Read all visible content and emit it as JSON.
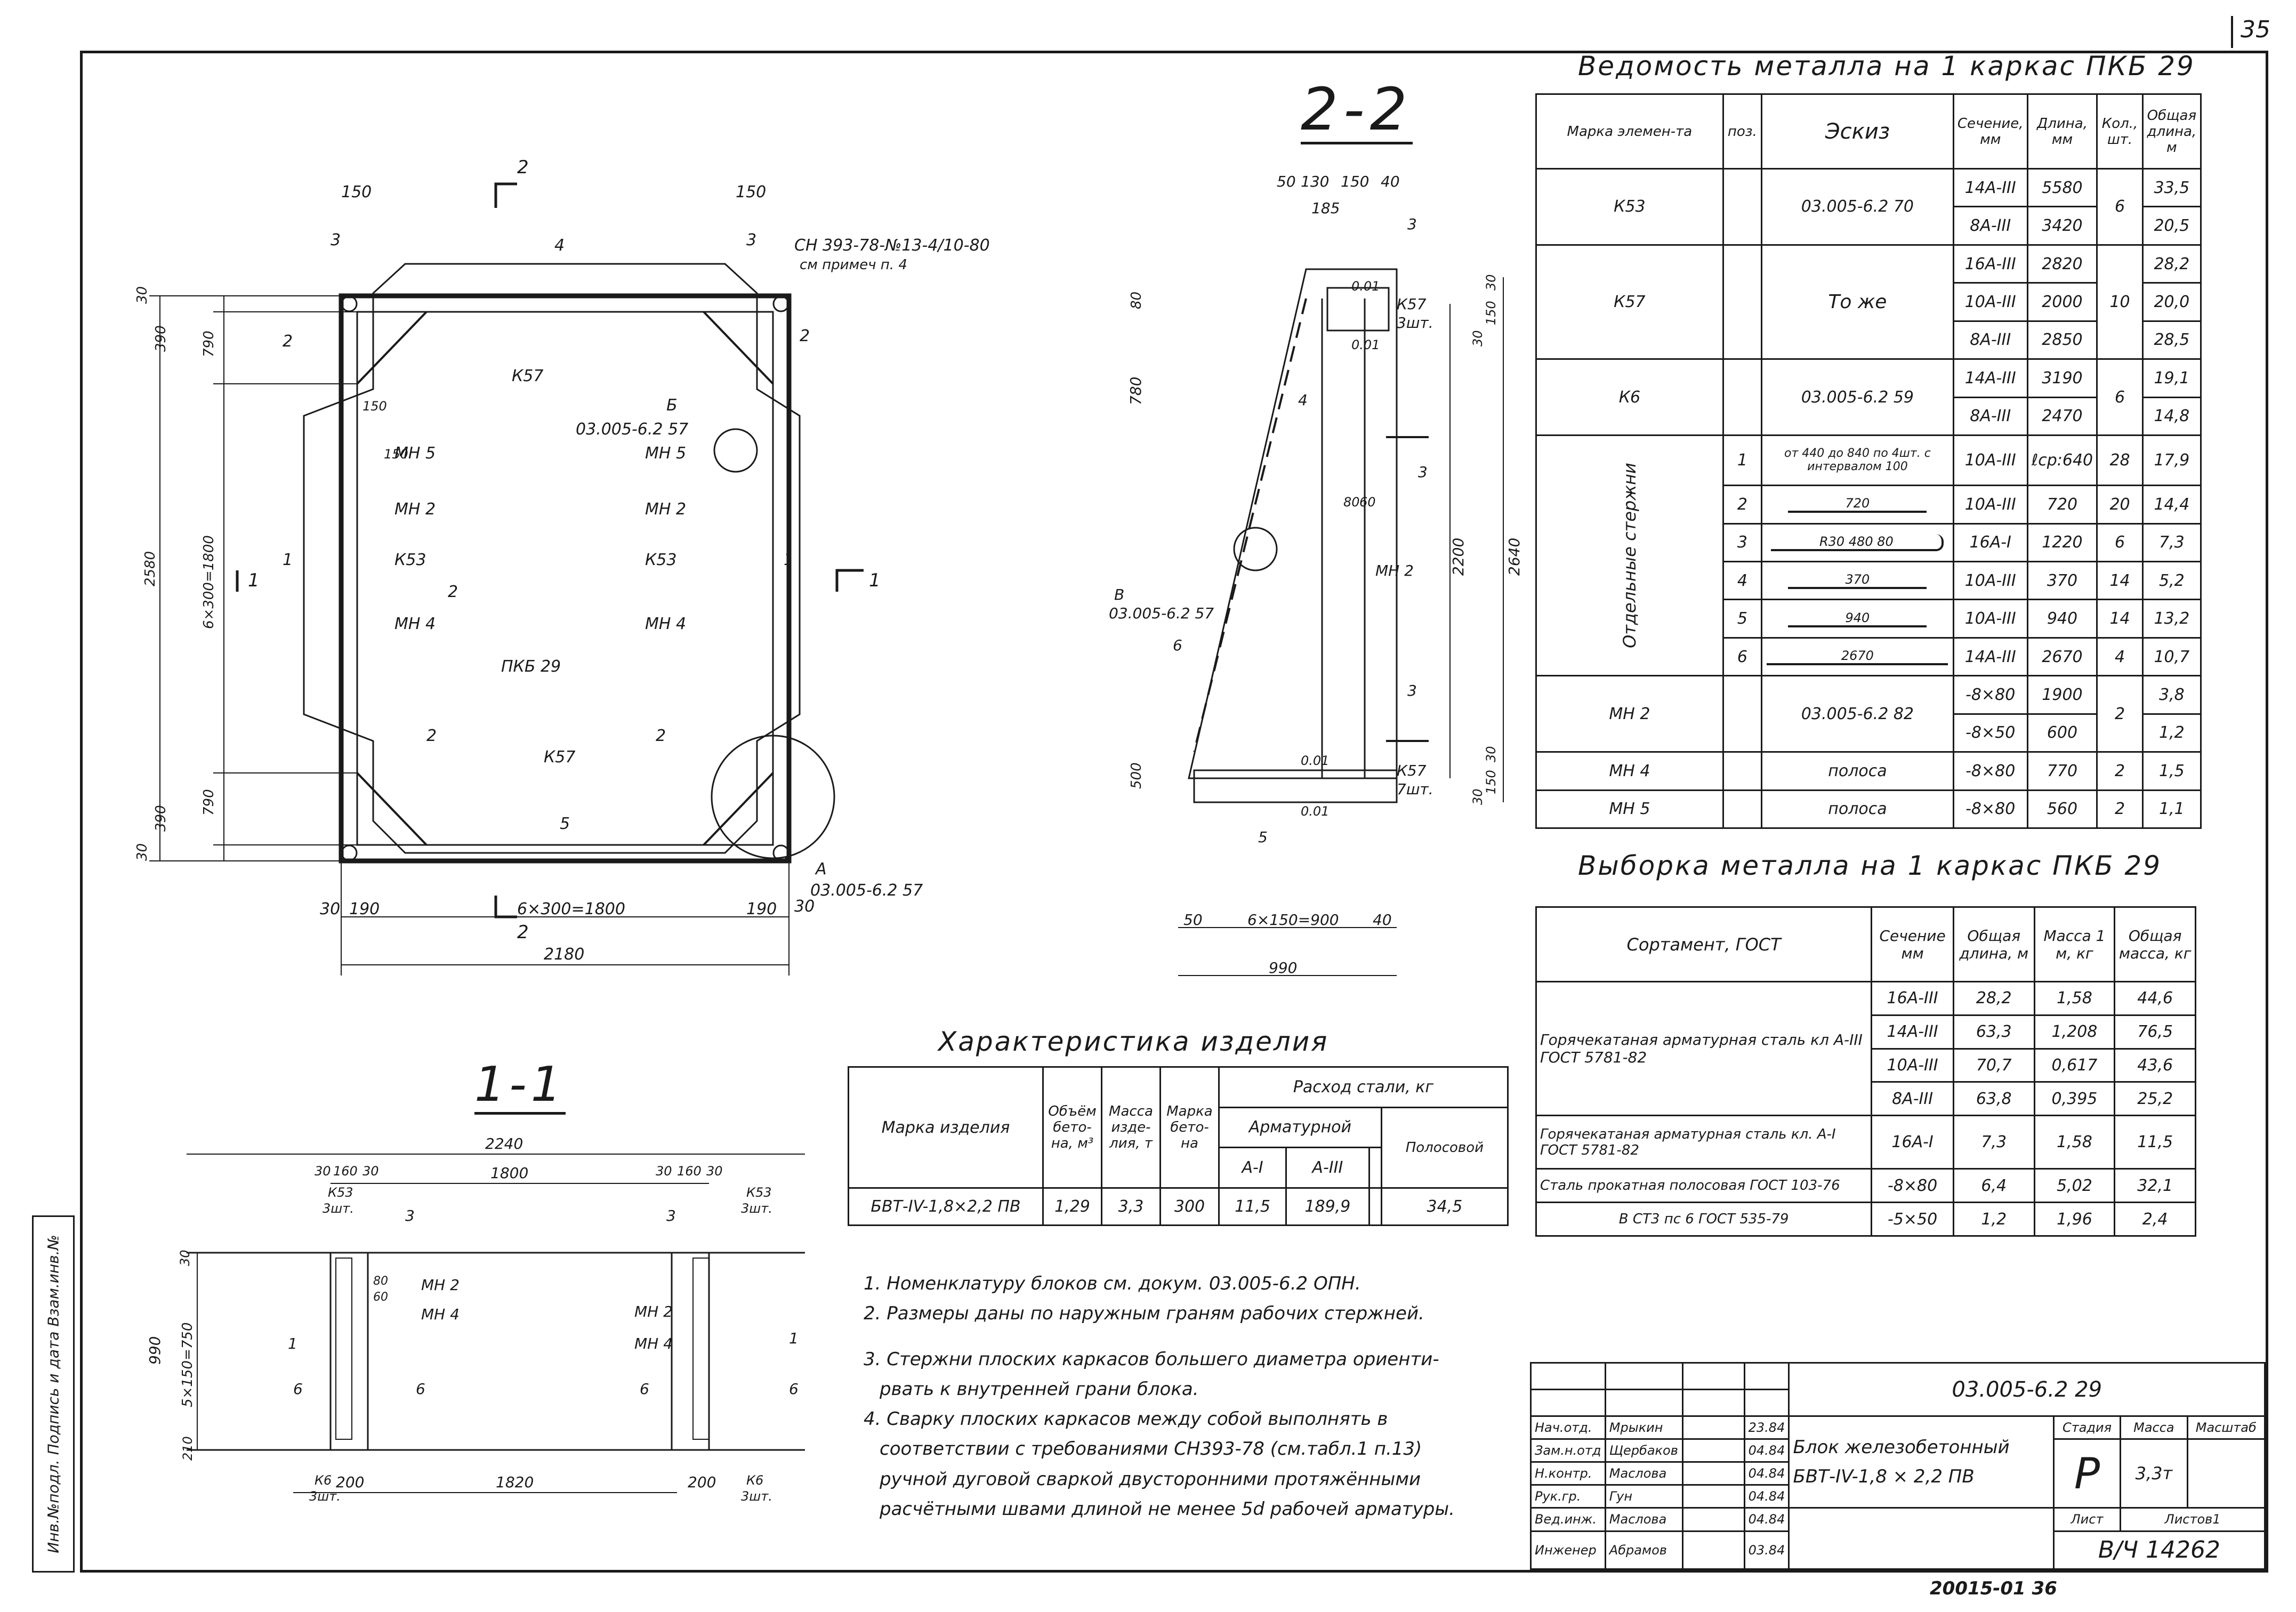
{
  "page_number": "35",
  "stamp": "20015-01  36",
  "side_strip": "Инв.№подл. Подпись и дата Взам.инв.№",
  "sections": {
    "s22": "2-2",
    "s11": "1-1"
  },
  "plan": {
    "top_dims": [
      "150",
      "150"
    ],
    "pos_labels": [
      "3",
      "3",
      "4",
      "2",
      "2",
      "1",
      "1",
      "2",
      "2",
      "2",
      "5"
    ],
    "cut_marks": [
      "2",
      "2",
      "1",
      "1"
    ],
    "callout_top": "СН 393-78-№13-4/10-80",
    "callout_top_note": "см примеч п. 4",
    "labels": [
      "К57",
      "К57",
      "МН 5",
      "МН 5",
      "МН 2",
      "МН 2",
      "К53",
      "К53",
      "МН 4",
      "МН 4",
      "ПКБ 29"
    ],
    "callout_b": "Б",
    "callout_b_ref": "03.005-6.2 57",
    "callout_a": "А",
    "callout_a_ref": "03.005-6.2 57",
    "left_dims": [
      "30",
      "390",
      "790",
      "2580",
      "6×300=1800",
      "790",
      "390",
      "30"
    ],
    "inner_dims": [
      "150",
      "150"
    ],
    "bottom_dims": [
      "30",
      "190",
      "6×300=1800",
      "190",
      "30",
      "2180"
    ]
  },
  "section22": {
    "top_dims": [
      "50",
      "130",
      "150",
      "40",
      "185"
    ],
    "labels": [
      "3",
      "4",
      "3",
      "3",
      "5",
      "6",
      "К57",
      "3шт.",
      "К57",
      "7шт.",
      "МН 2"
    ],
    "weld_marks": [
      "0.01",
      "0.01",
      "0.01",
      "0.01"
    ],
    "right_dims": [
      "30",
      "150",
      "30",
      "2640",
      "2200",
      "30",
      "150",
      "30",
      "80",
      "60"
    ],
    "left_dims": [
      "80",
      "780",
      "500"
    ],
    "callout_v": "В",
    "callout_v_ref": "03.005-6.2 57",
    "bottom_dims": [
      "50",
      "6×150=900",
      "40",
      "990"
    ]
  },
  "section11": {
    "top_dims": [
      "2240",
      "30",
      "160",
      "30",
      "1800",
      "30",
      "160",
      "30"
    ],
    "labels": [
      "К53",
      "3шт.",
      "3",
      "3",
      "К53",
      "3шт.",
      "МН 2",
      "МН 4",
      "МН 2",
      "МН 4",
      "1",
      "1",
      "6",
      "6",
      "6",
      "6",
      "К6",
      "3шт.",
      "К6",
      "3шт."
    ],
    "inner_dims": [
      "80",
      "60"
    ],
    "left_dims": [
      "30",
      "5×150=750",
      "990",
      "210"
    ],
    "bottom_dims": [
      "200",
      "1820",
      "200"
    ]
  },
  "characteristics": {
    "title": "Характеристика изделия",
    "headers": {
      "mark": "Марка изделия",
      "volume": "Объём бето-на, м³",
      "mass": "Масса изде-лия, т",
      "concrete": "Марка бето-на",
      "steel": "Расход стали, кг",
      "rebar": "Арматурной",
      "rebar_a1": "А-I",
      "rebar_a3": "А-III",
      "strip": "Полосовой"
    },
    "row": {
      "mark": "БВТ-IV-1,8×2,2 ПВ",
      "volume": "1,29",
      "mass": "3,3",
      "concrete": "300",
      "a1": "11,5",
      "a3": "189,9",
      "blank": "",
      "strip": "34,5"
    }
  },
  "notes": [
    "1. Номенклатуру          блоков см. докум. 03.005-6.2 ОПН.",
    "2. Размеры даны по наружным граням рабочих стержней.",
    "3. Стержни плоских каркасов большего диаметра ориенти-",
    "рвать к внутренней грани блока.",
    "4. Сварку плоских каркасов между собой выполнять в",
    "соответствии с требованиями СН393-78 (см.табл.1 п.13)",
    "ручной дуговой сваркой двусторонними протяжёнными",
    "расчётными швами длиной не менее 5d рабочей арматуры."
  ],
  "metal_list": {
    "title": "Ведомость металла на 1 каркас ПКБ 29",
    "headers": [
      "Марка элемен-та",
      "поз.",
      "Эскиз",
      "Сечение, мм",
      "Длина, мм",
      "Кол., шт.",
      "Общая длина, м"
    ],
    "vertical_label": "Отдельные стержни",
    "rows": [
      {
        "mark": "К53",
        "pos": "",
        "sketch": "03.005-6.2 70",
        "sec": "14А-III",
        "len": "5580",
        "qty": "6",
        "total": "33,5"
      },
      {
        "mark": "",
        "pos": "",
        "sketch": "",
        "sec": "8А-III",
        "len": "3420",
        "qty": "",
        "total": "20,5"
      },
      {
        "mark": "К57",
        "pos": "",
        "sketch": "То же",
        "sec": "16А-III",
        "len": "2820",
        "qty": "10",
        "total": "28,2"
      },
      {
        "mark": "",
        "pos": "",
        "sketch": "",
        "sec": "10А-III",
        "len": "2000",
        "qty": "",
        "total": "20,0"
      },
      {
        "mark": "",
        "pos": "",
        "sketch": "",
        "sec": "8А-III",
        "len": "2850",
        "qty": "",
        "total": "28,5"
      },
      {
        "mark": "К6",
        "pos": "",
        "sketch": "03.005-6.2 59",
        "sec": "14А-III",
        "len": "3190",
        "qty": "6",
        "total": "19,1"
      },
      {
        "mark": "",
        "pos": "",
        "sketch": "",
        "sec": "8А-III",
        "len": "2470",
        "qty": "",
        "total": "14,8"
      },
      {
        "mark": "",
        "pos": "1",
        "sketch": "от 440 до 840 по 4шт. с интервалом 100",
        "sec": "10А-III",
        "len": "ℓср:640",
        "qty": "28",
        "total": "17,9"
      },
      {
        "mark": "",
        "pos": "2",
        "sketch": "720",
        "sec": "10А-III",
        "len": "720",
        "qty": "20",
        "total": "14,4"
      },
      {
        "mark": "",
        "pos": "3",
        "sketch": "R30  480  80",
        "sec": "16А-I",
        "len": "1220",
        "qty": "6",
        "total": "7,3"
      },
      {
        "mark": "",
        "pos": "4",
        "sketch": "370",
        "sec": "10А-III",
        "len": "370",
        "qty": "14",
        "total": "5,2"
      },
      {
        "mark": "",
        "pos": "5",
        "sketch": "940",
        "sec": "10А-III",
        "len": "940",
        "qty": "14",
        "total": "13,2"
      },
      {
        "mark": "",
        "pos": "6",
        "sketch": "2670",
        "sec": "14А-III",
        "len": "2670",
        "qty": "4",
        "total": "10,7"
      },
      {
        "mark": "МН 2",
        "pos": "",
        "sketch": "03.005-6.2 82",
        "sec": "-8×80",
        "len": "1900",
        "qty": "2",
        "total": "3,8"
      },
      {
        "mark": "",
        "pos": "",
        "sketch": "",
        "sec": "-8×50",
        "len": "600",
        "qty": "",
        "total": "1,2"
      },
      {
        "mark": "МН 4",
        "pos": "",
        "sketch": "полоса",
        "sec": "-8×80",
        "len": "770",
        "qty": "2",
        "total": "1,5"
      },
      {
        "mark": "МН 5",
        "pos": "",
        "sketch": "полоса",
        "sec": "-8×80",
        "len": "560",
        "qty": "2",
        "total": "1,1"
      }
    ]
  },
  "selection": {
    "title": "Выборка металла на 1 каркас ПКБ 29",
    "headers": [
      "Сортамент, ГОСТ",
      "Сечение мм",
      "Общая длина, м",
      "Масса 1 м, кг",
      "Общая масса, кг"
    ],
    "groups": [
      {
        "name": "Горячекатаная арматурная сталь кл А-III ГОСТ 5781-82",
        "rows": [
          [
            "16А-III",
            "28,2",
            "1,58",
            "44,6"
          ],
          [
            "14А-III",
            "63,3",
            "1,208",
            "76,5"
          ],
          [
            "10А-III",
            "70,7",
            "0,617",
            "43,6"
          ],
          [
            "8А-III",
            "63,8",
            "0,395",
            "25,2"
          ]
        ]
      },
      {
        "name": "Горячекатаная арматурная сталь кл. А-I ГОСТ 5781-82",
        "rows": [
          [
            "16А-I",
            "7,3",
            "1,58",
            "11,5"
          ]
        ]
      },
      {
        "name": "Сталь прокатная полосовая ГОСТ 103-76",
        "rows": [
          [
            "-8×80",
            "6,4",
            "5,02",
            "32,1"
          ]
        ]
      },
      {
        "name": "В СТ3 пс 6 ГОСТ 535-79",
        "rows": [
          [
            "-5×50",
            "1,2",
            "1,96",
            "2,4"
          ]
        ]
      }
    ]
  },
  "title_block": {
    "doc_code": "03.005-6.2  29",
    "name_line1": "Блок железобетонный",
    "name_line2": "БВТ-IV-1,8 × 2,2 ПВ",
    "stage_label": "Стадия",
    "mass_label": "Масса",
    "scale_label": "Масштаб",
    "stage": "Р",
    "mass": "3,3т",
    "sheet_label": "Лист",
    "sheets_label": "Листов1",
    "inv": "В/Ч 14262",
    "signers": [
      {
        "role": "Нач.отд.",
        "name": "Мрыкин",
        "date": "23.84"
      },
      {
        "role": "Зам.н.отд",
        "name": "Щербаков",
        "date": "04.84"
      },
      {
        "role": "Н.контр.",
        "name": "Маслова",
        "date": "04.84"
      },
      {
        "role": "Рук.гр.",
        "name": "Гун",
        "date": "04.84"
      },
      {
        "role": "Вед.инж.",
        "name": "Маслова",
        "date": "04.84"
      },
      {
        "role": "Инженер",
        "name": "Абрамов",
        "date": "03.84"
      }
    ]
  }
}
